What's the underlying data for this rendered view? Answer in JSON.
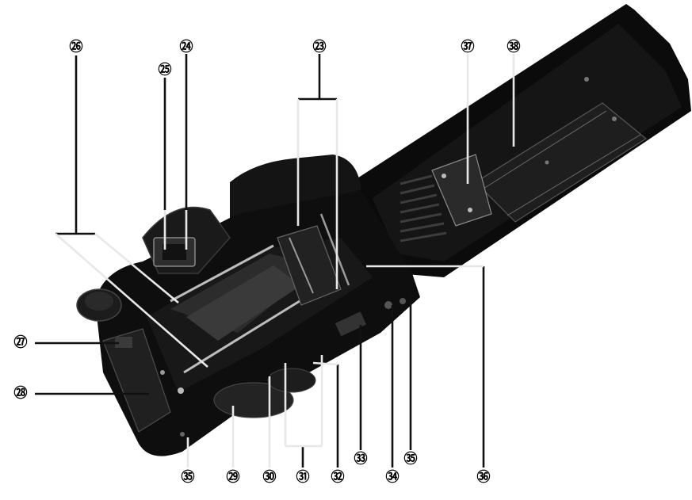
{
  "figure": {
    "subject": "camera-body-rear-open-back",
    "callouts": [
      {
        "id": "c23",
        "label": "㉓"
      },
      {
        "id": "c24",
        "label": "㉔"
      },
      {
        "id": "c25",
        "label": "㉕"
      },
      {
        "id": "c26",
        "label": "㉖"
      },
      {
        "id": "c27",
        "label": "㉗"
      },
      {
        "id": "c28",
        "label": "㉘"
      },
      {
        "id": "c29",
        "label": "㉙"
      },
      {
        "id": "c30",
        "label": "㉚"
      },
      {
        "id": "c31",
        "label": "㉛"
      },
      {
        "id": "c32",
        "label": "㉜"
      },
      {
        "id": "c33",
        "label": "㉝"
      },
      {
        "id": "c34",
        "label": "㉞"
      },
      {
        "id": "c35a",
        "label": "㉟"
      },
      {
        "id": "c35b",
        "label": "㉟"
      },
      {
        "id": "c36",
        "label": "㊱"
      },
      {
        "id": "c37",
        "label": "㊲"
      },
      {
        "id": "c38",
        "label": "㊳"
      }
    ]
  }
}
